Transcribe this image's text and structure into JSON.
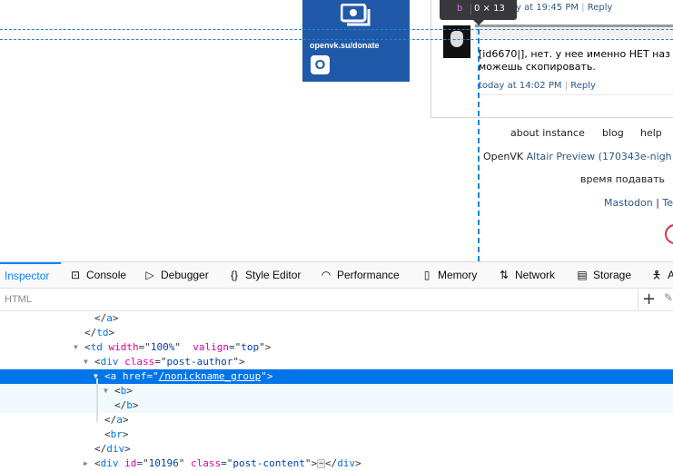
{
  "page": {
    "donate_url": "openvk.su/donate",
    "donate_icon_letter": "O",
    "prev_comment_meta": {
      "time": "y at 19:45 PM",
      "reply": "Reply"
    },
    "comment": {
      "line1": "[id6670|], нет. у нее именно НЕТ наз",
      "line2": "можешь скопировать.",
      "time": "today at 14:02 PM",
      "reply": "Reply"
    },
    "tooltip": {
      "tag": "b",
      "dimensions": "0 × 13"
    },
    "footer": {
      "links": [
        "about instance",
        "blog",
        "help"
      ],
      "version_prefix": "OpenVK",
      "version_link": "Altair Preview (170343e-nigh",
      "motto": "время подавать",
      "social_1": "Mastodon",
      "social_sep": "|",
      "social_2": "Te"
    }
  },
  "devtools": {
    "tabs": [
      {
        "label": "Inspector",
        "icon": ""
      },
      {
        "label": "Console",
        "icon": "console-icon"
      },
      {
        "label": "Debugger",
        "icon": "debugger-icon"
      },
      {
        "label": "Style Editor",
        "icon": "braces-icon"
      },
      {
        "label": "Performance",
        "icon": "gauge-icon"
      },
      {
        "label": "Memory",
        "icon": "chip-icon"
      },
      {
        "label": "Network",
        "icon": "arrows-updown-icon"
      },
      {
        "label": "Storage",
        "icon": "storage-icon"
      },
      {
        "label": "A",
        "icon": "accessibility-icon"
      }
    ],
    "search_placeholder": "HTML",
    "tree": [
      {
        "indent": 104,
        "tw": "",
        "parts": [
          [
            "pun",
            "</"
          ],
          [
            "tag",
            "a"
          ],
          [
            "pun",
            ">"
          ]
        ]
      },
      {
        "indent": 93,
        "tw": "",
        "parts": [
          [
            "pun",
            "</"
          ],
          [
            "tag",
            "td"
          ],
          [
            "pun",
            ">"
          ]
        ]
      },
      {
        "indent": 93,
        "tw": "open",
        "parts": [
          [
            "pun",
            "<"
          ],
          [
            "tag",
            "td"
          ],
          [
            "pun",
            " "
          ],
          [
            "attr",
            "width"
          ],
          [
            "pun",
            "=\""
          ],
          [
            "val",
            "100%"
          ],
          [
            "pun",
            "\"  "
          ],
          [
            "attr",
            "valign"
          ],
          [
            "pun",
            "=\""
          ],
          [
            "val",
            "top"
          ],
          [
            "pun",
            "\">"
          ]
        ]
      },
      {
        "indent": 104,
        "tw": "open",
        "parts": [
          [
            "pun",
            "<"
          ],
          [
            "tag",
            "div"
          ],
          [
            "pun",
            " "
          ],
          [
            "attr",
            "class"
          ],
          [
            "pun",
            "=\""
          ],
          [
            "val",
            "post-author"
          ],
          [
            "pun",
            "\">"
          ]
        ]
      },
      {
        "indent": 115,
        "tw": "open",
        "state": "sel",
        "parts": [
          [
            "pun",
            "<"
          ],
          [
            "tag",
            "a"
          ],
          [
            "pun",
            " "
          ],
          [
            "attr",
            "href"
          ],
          [
            "pun",
            "=\""
          ],
          [
            "link",
            "/nonickname_group"
          ],
          [
            "pun",
            "\">"
          ]
        ]
      },
      {
        "indent": 126,
        "tw": "open",
        "state": "hl",
        "parts": [
          [
            "pun",
            "<"
          ],
          [
            "tag",
            "b"
          ],
          [
            "pun",
            ">"
          ]
        ]
      },
      {
        "indent": 126,
        "tw": "",
        "state": "hl",
        "parts": [
          [
            "pun",
            "</"
          ],
          [
            "tag",
            "b"
          ],
          [
            "pun",
            ">"
          ]
        ]
      },
      {
        "indent": 115,
        "tw": "",
        "parts": [
          [
            "pun",
            "</"
          ],
          [
            "tag",
            "a"
          ],
          [
            "pun",
            ">"
          ]
        ]
      },
      {
        "indent": 115,
        "tw": "",
        "parts": [
          [
            "pun",
            "<"
          ],
          [
            "tag",
            "br"
          ],
          [
            "pun",
            ">"
          ]
        ]
      },
      {
        "indent": 104,
        "tw": "",
        "parts": [
          [
            "pun",
            "</"
          ],
          [
            "tag",
            "div"
          ],
          [
            "pun",
            ">"
          ]
        ]
      },
      {
        "indent": 104,
        "tw": "closed",
        "parts": [
          [
            "pun",
            "<"
          ],
          [
            "tag",
            "div"
          ],
          [
            "pun",
            " "
          ],
          [
            "attr",
            "id"
          ],
          [
            "pun",
            "=\""
          ],
          [
            "val",
            "10196"
          ],
          [
            "pun",
            "\" "
          ],
          [
            "attr",
            "class"
          ],
          [
            "pun",
            "=\""
          ],
          [
            "val",
            "post-content"
          ],
          [
            "pun",
            "\">"
          ],
          [
            "ellip",
            "⋯"
          ],
          [
            "pun",
            "</"
          ],
          [
            "tag",
            "div"
          ],
          [
            "pun",
            ">"
          ]
        ]
      }
    ]
  }
}
